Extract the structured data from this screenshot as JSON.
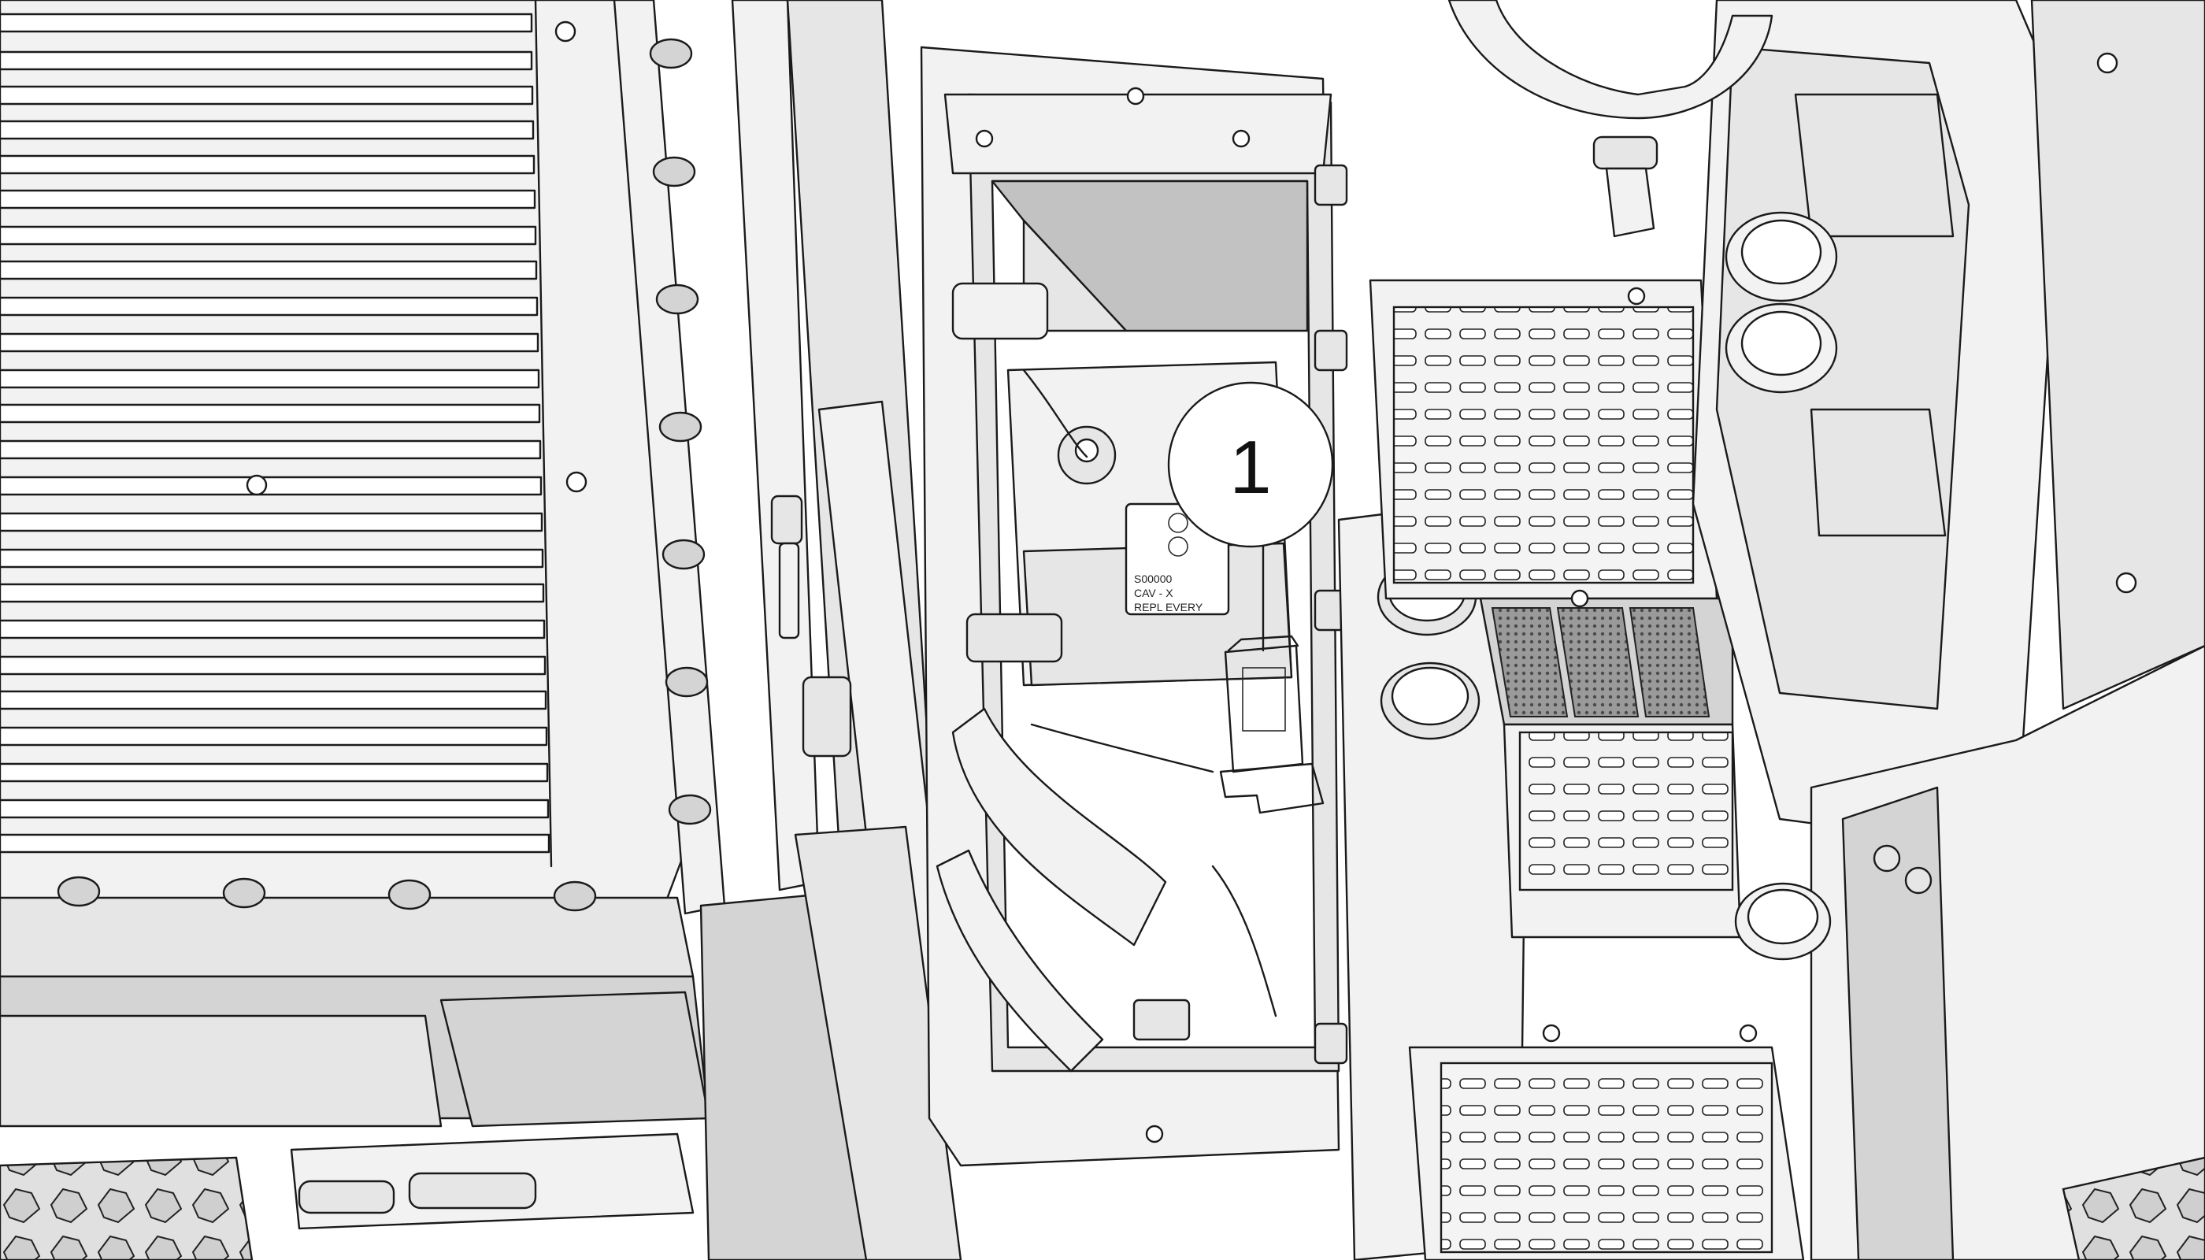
{
  "figure": {
    "callouts": [
      {
        "label": "1"
      }
    ],
    "highlight_color": "#f2e85a",
    "decal_text": [
      "S00000",
      "CAV - X",
      "REPL EVERY"
    ]
  }
}
